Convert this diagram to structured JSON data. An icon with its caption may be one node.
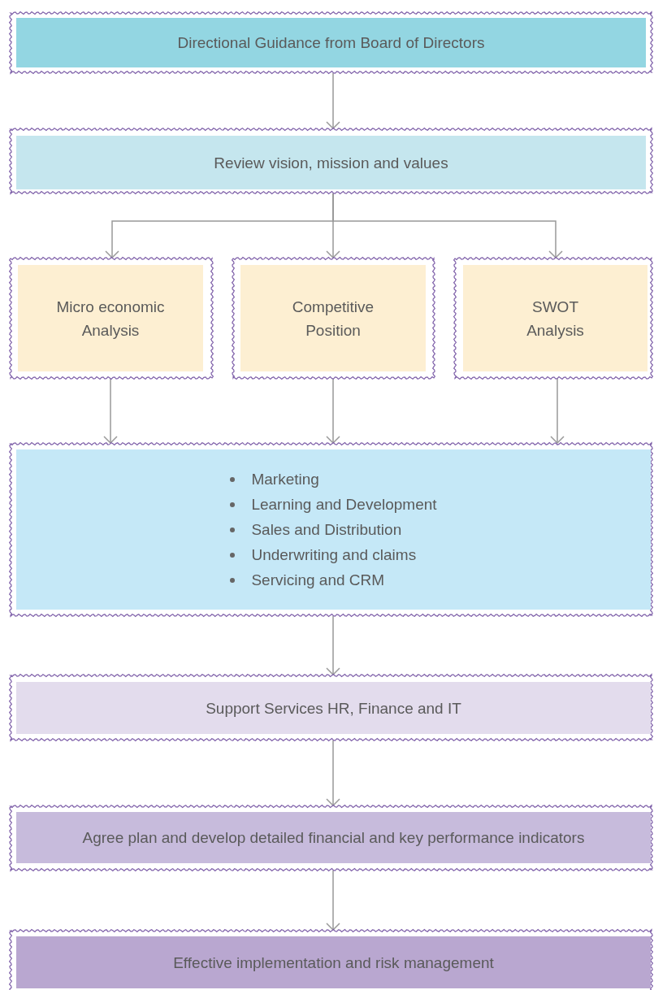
{
  "diagram": {
    "nodes": [
      {
        "text": [
          "Directional Guidance from Board of Directors"
        ]
      },
      {
        "text": [
          "Review vision, mission and values"
        ]
      },
      {
        "text": [
          "Micro economic Analysis"
        ]
      },
      {
        "text": [
          "Competitive Position"
        ]
      },
      {
        "text": [
          "SWOT Analysis"
        ]
      },
      {
        "text": [
          "Marketing",
          "Learning and Development",
          "Sales and Distribution",
          "Underwriting and claims",
          "Servicing and CRM"
        ]
      },
      {
        "text": [
          "Support Services HR, Finance and IT"
        ]
      },
      {
        "text": [
          "Agree plan and develop detailed financial and key performance indicators"
        ]
      },
      {
        "text": [
          "Effective implementation and risk management"
        ]
      }
    ],
    "edges": [
      {
        "from": 0,
        "to": 1,
        "arrow": "to"
      },
      {
        "from": 1,
        "to": 2,
        "arrow": "to"
      },
      {
        "from": 1,
        "to": 3,
        "arrow": "to"
      },
      {
        "from": 1,
        "to": 4,
        "arrow": "to"
      },
      {
        "from": 2,
        "to": 5,
        "arrow": "to"
      },
      {
        "from": 3,
        "to": 5,
        "arrow": "to"
      },
      {
        "from": 4,
        "to": 5,
        "arrow": "to"
      },
      {
        "from": 5,
        "to": 6,
        "arrow": "to"
      },
      {
        "from": 6,
        "to": 7,
        "arrow": "to"
      },
      {
        "from": 7,
        "to": 8,
        "arrow": "to"
      }
    ]
  }
}
